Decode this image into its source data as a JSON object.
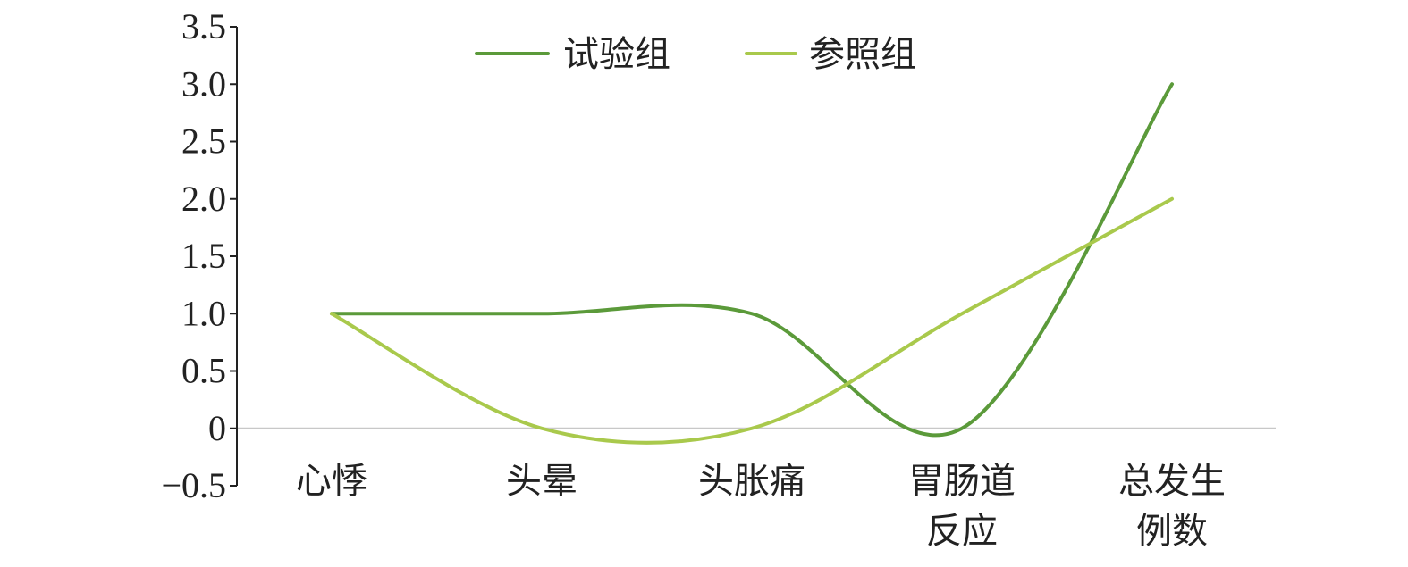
{
  "chart_data": {
    "type": "line",
    "smooth": true,
    "categories": [
      [
        "心悸"
      ],
      [
        "头晕"
      ],
      [
        "头胀痛"
      ],
      [
        "胃肠道",
        "反应"
      ],
      [
        "总发生",
        "例数"
      ]
    ],
    "series": [
      {
        "name": "试验组",
        "values": [
          1,
          1,
          1,
          0,
          3
        ],
        "color": "#5b9a3a"
      },
      {
        "name": "参照组",
        "values": [
          1,
          0,
          0,
          1,
          2
        ],
        "color": "#a9c94c"
      }
    ],
    "yticks": [
      "3.5",
      "3.0",
      "2.5",
      "2.0",
      "1.5",
      "1.0",
      "0.5",
      "0",
      "−0.5"
    ],
    "ytick_values": [
      3.5,
      3.0,
      2.5,
      2.0,
      1.5,
      1.0,
      0.5,
      0,
      -0.5
    ],
    "ylim": [
      -0.5,
      3.5
    ],
    "xlabel": "",
    "ylabel": "",
    "legend": "top-center",
    "grid": false
  }
}
